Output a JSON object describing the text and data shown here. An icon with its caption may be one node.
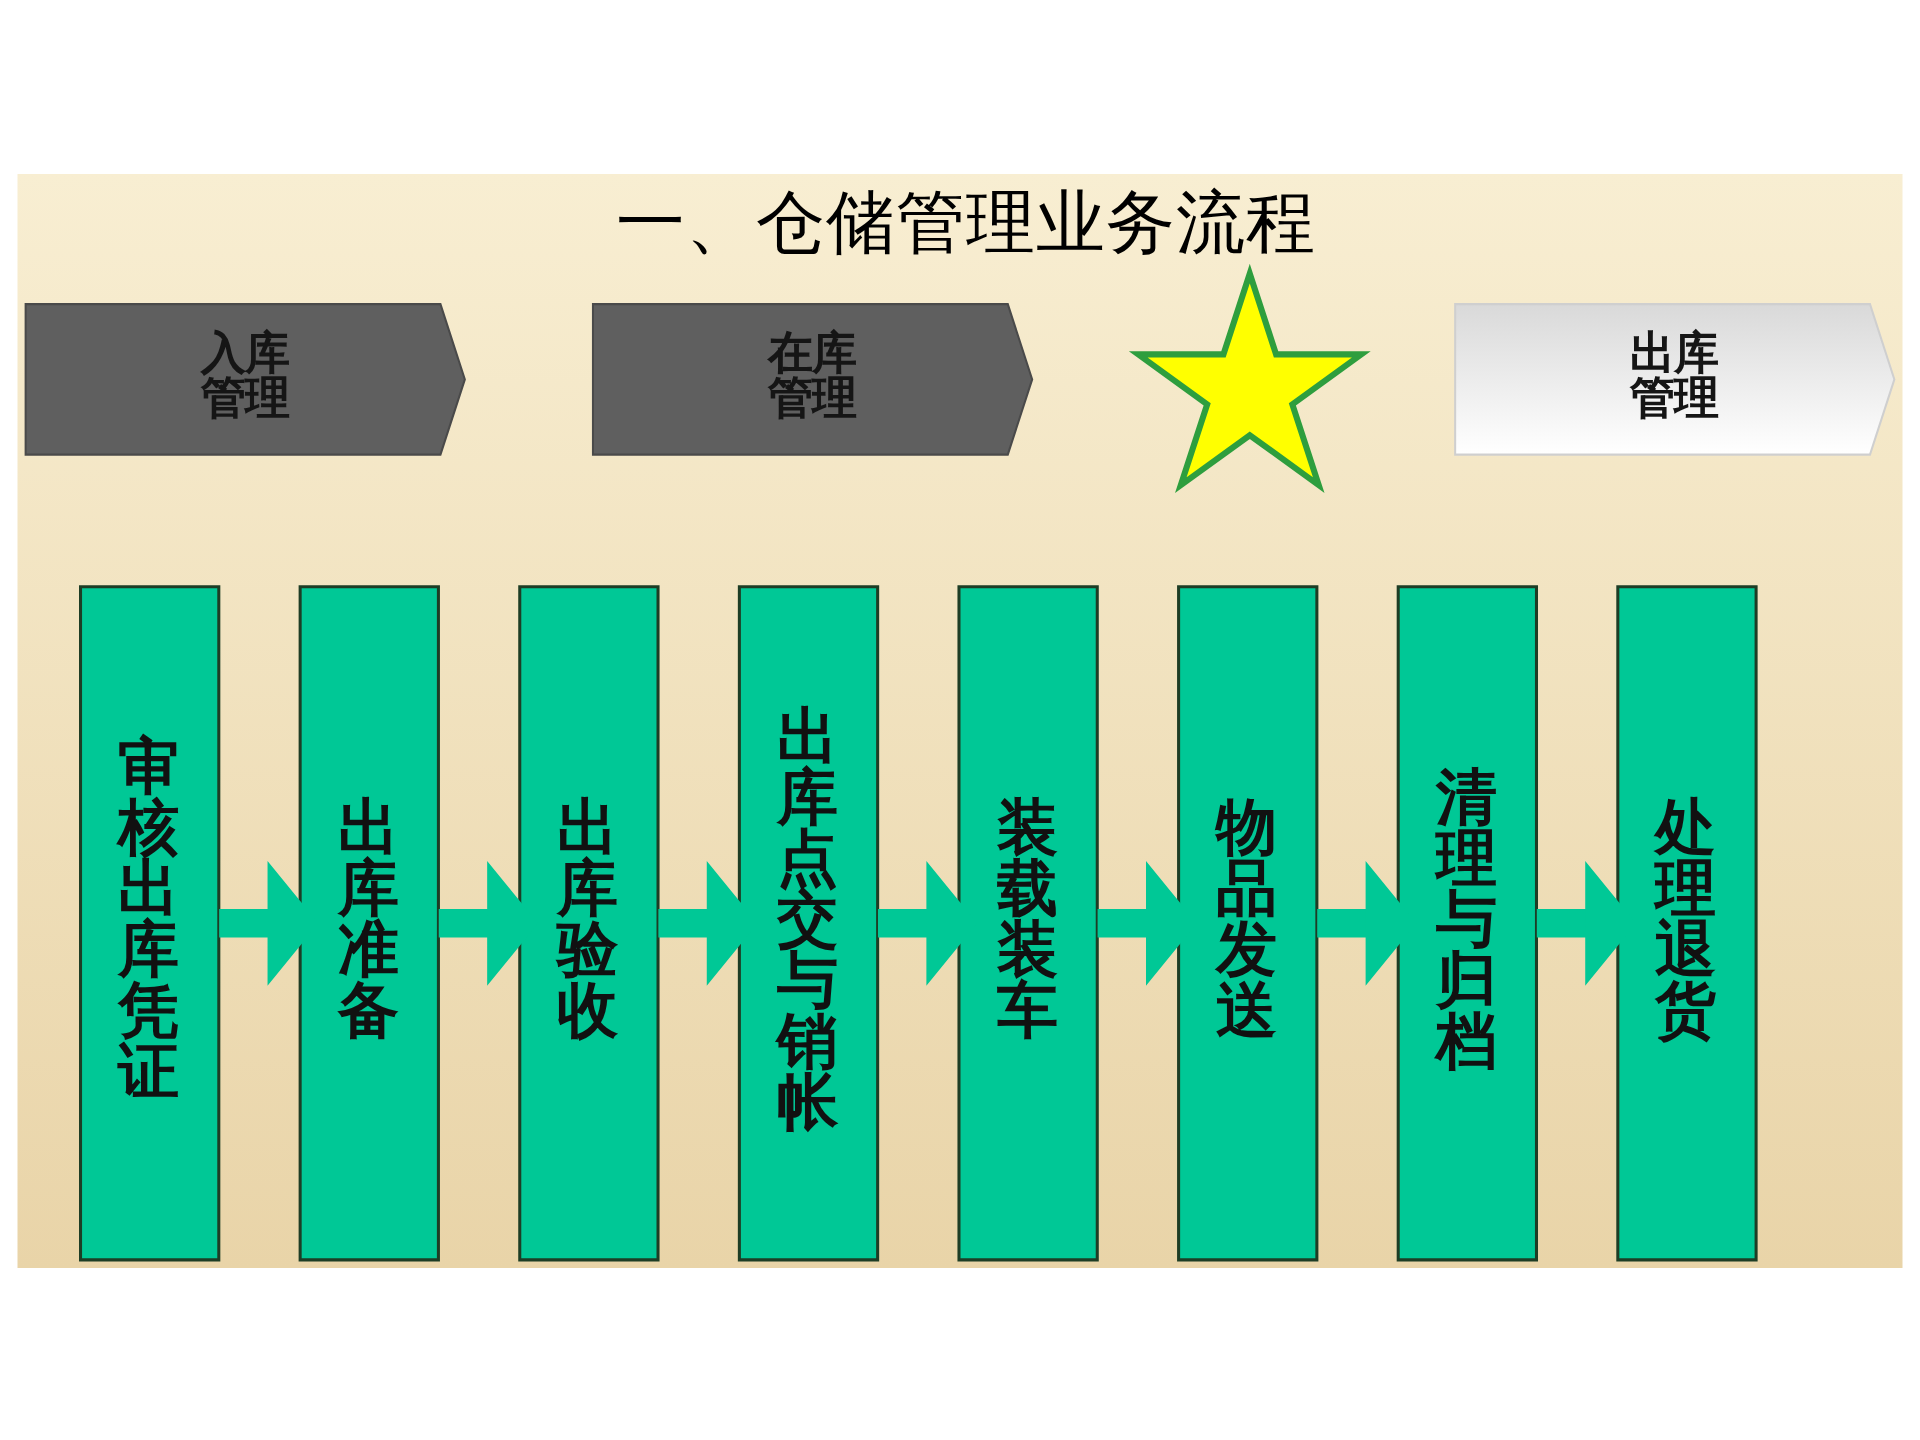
{
  "diagram": {
    "title": "一、仓储管理业务流程",
    "nodes": [
      {
        "text": [
          "入库管理"
        ]
      },
      {
        "text": [
          "在库管理"
        ]
      },
      {
        "text": [],
        "shape": "star"
      },
      {
        "text": [
          "出库管理"
        ]
      },
      {
        "text": [
          "审核出库凭证"
        ]
      },
      {
        "text": [
          "出库准备"
        ]
      },
      {
        "text": [
          "出库验收"
        ]
      },
      {
        "text": [
          "出库点交与销帐"
        ]
      },
      {
        "text": [
          "装载装车"
        ]
      },
      {
        "text": [
          "物品发送"
        ]
      },
      {
        "text": [
          "清理与归档"
        ]
      },
      {
        "text": [
          "处理退货"
        ]
      }
    ],
    "edges": [
      {
        "from": 4,
        "to": 5,
        "arrow": "to"
      },
      {
        "from": 5,
        "to": 6,
        "arrow": "to"
      },
      {
        "from": 6,
        "to": 7,
        "arrow": "to"
      },
      {
        "from": 7,
        "to": 8,
        "arrow": "to"
      },
      {
        "from": 8,
        "to": 9,
        "arrow": "to"
      },
      {
        "from": 9,
        "to": 10,
        "arrow": "to"
      },
      {
        "from": 10,
        "to": 11,
        "arrow": "to"
      }
    ]
  }
}
